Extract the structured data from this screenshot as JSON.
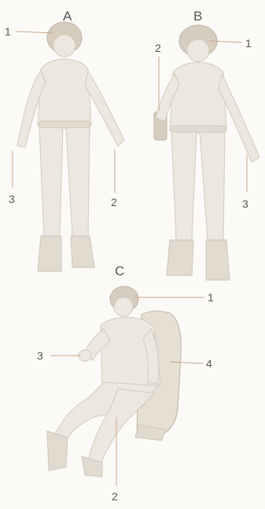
{
  "figures": {
    "a": {
      "letter": "A",
      "callouts": {
        "helmet": "1",
        "hand_right": "2",
        "hand_left": "3"
      }
    },
    "b": {
      "letter": "B",
      "callouts": {
        "holster": "2",
        "helmet": "1",
        "hand_right": "3"
      }
    },
    "c": {
      "letter": "C",
      "callouts": {
        "helmet": "1",
        "hand": "3",
        "seat": "4",
        "leg": "2"
      }
    }
  }
}
